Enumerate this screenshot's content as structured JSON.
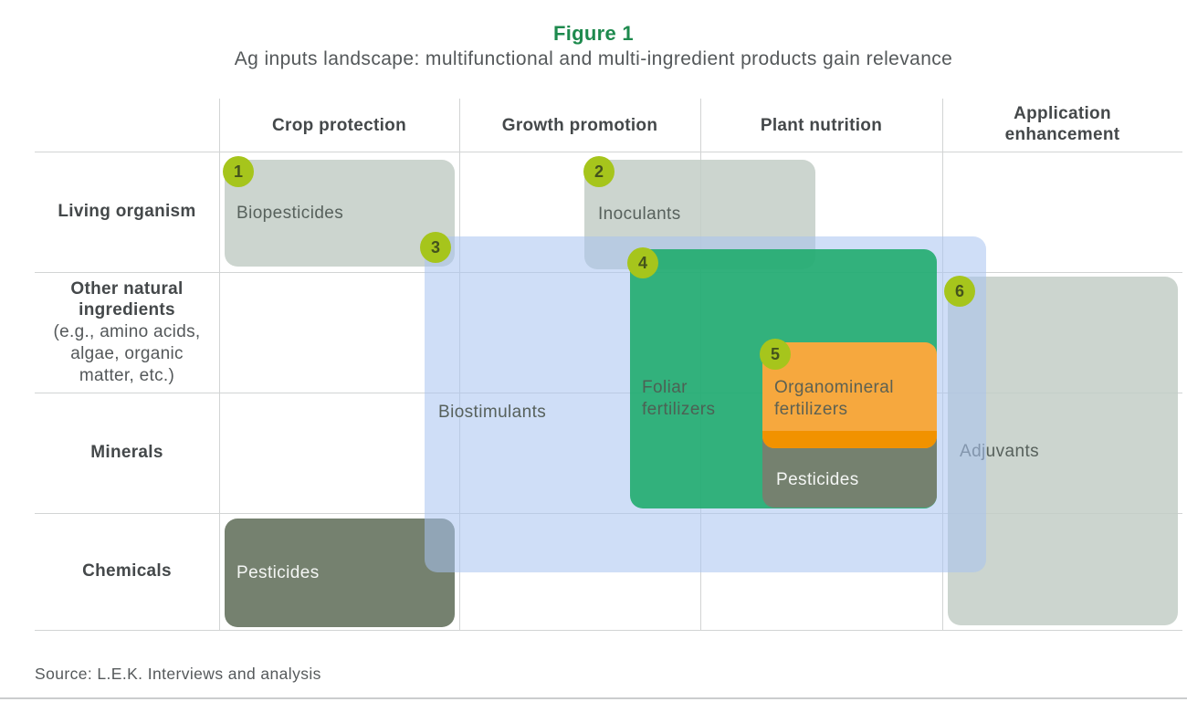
{
  "figure": {
    "label": "Figure 1",
    "title": "Ag inputs landscape: multifunctional and multi-ingredient products gain relevance"
  },
  "columns": [
    {
      "label": "Crop protection"
    },
    {
      "label": "Growth promotion"
    },
    {
      "label": "Plant nutrition"
    },
    {
      "label": "Application enhancement"
    }
  ],
  "rows": [
    {
      "label": "Living organism",
      "sublabel": ""
    },
    {
      "label": "Other natural ingredients",
      "sublabel": "(e.g., amino acids, algae, organic matter, etc.)"
    },
    {
      "label": "Minerals",
      "sublabel": ""
    },
    {
      "label": "Chemicals",
      "sublabel": ""
    }
  ],
  "boxes": {
    "biopesticides": {
      "badge": "1",
      "label": "Biopesticides"
    },
    "inoculants": {
      "badge": "2",
      "label": "Inoculants"
    },
    "biostimulants": {
      "badge": "3",
      "label": "Biostimulants"
    },
    "foliar_fertilizers": {
      "badge": "4",
      "label": "Foliar fertilizers"
    },
    "organomineral_fertilizers": {
      "badge": "5",
      "label": "Organomineral fertilizers"
    },
    "adjuvants": {
      "badge": "6",
      "label": "Adjuvants"
    },
    "pesticides_minerals": {
      "label": "Pesticides"
    },
    "pesticides_chemicals": {
      "label": "Pesticides"
    }
  },
  "source": "Source: L.E.K. Interviews and analysis",
  "colors": {
    "figure_label_green": "#1e8a4e",
    "badge_lime": "#a6c51c",
    "box_light_gray_green": "#ccd5cf",
    "box_blue": "#a7c3f0",
    "box_green": "#20ac6e",
    "box_orange": "#f6a83e",
    "box_orange_dark": "#f19200",
    "box_dark_gray_green": "#75816f",
    "grid_line": "#d2d4d4"
  }
}
